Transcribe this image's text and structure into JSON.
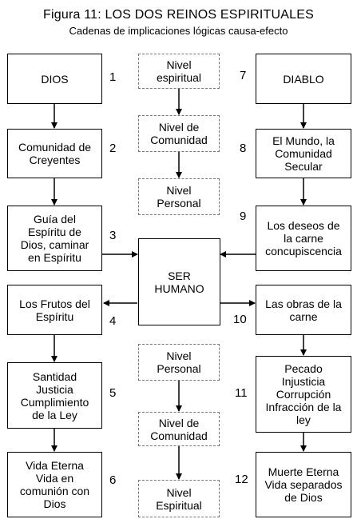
{
  "title": "Figura 11: LOS DOS REINOS ESPIRITUALES",
  "subtitle": "Cadenas de implicaciones lógicas causa-efecto",
  "left_chain": [
    {
      "label": "DIOS",
      "num": "1"
    },
    {
      "label": "Comunidad de\nCreyentes",
      "num": "2"
    },
    {
      "label": "Guía del\nEspíritu de\nDios, caminar\nen Espíritu",
      "num": "3"
    },
    {
      "label": "Los Frutos del\nEspíritu",
      "num": "4"
    },
    {
      "label": "Santidad\nJusticia\nCumplimiento\nde la Ley",
      "num": "5"
    },
    {
      "label": "Vida Eterna\nVida en\ncomunión con\nDios",
      "num": "6"
    }
  ],
  "right_chain": [
    {
      "label": "DIABLO",
      "num": "7"
    },
    {
      "label": "El Mundo, la\nComunidad\nSecular",
      "num": "8"
    },
    {
      "label": "Los deseos de\nla carne\nconcupiscencia",
      "num": "9"
    },
    {
      "label": "Las obras de la\ncarne",
      "num": "10"
    },
    {
      "label": "Pecado\nInjusticia\nCorrupción\nInfracción de la\nley",
      "num": "11"
    },
    {
      "label": "Muerte Eterna\nVida separados\nde Dios",
      "num": "12"
    }
  ],
  "center_top": [
    "Nivel\nespiritual",
    "Nivel de\nComunidad",
    "Nivel\nPersonal"
  ],
  "center_bottom": [
    "Nivel\nPersonal",
    "Nivel de\nComunidad",
    "Nivel\nEspiritual"
  ],
  "ser_humano": "SER\nHUMANO"
}
